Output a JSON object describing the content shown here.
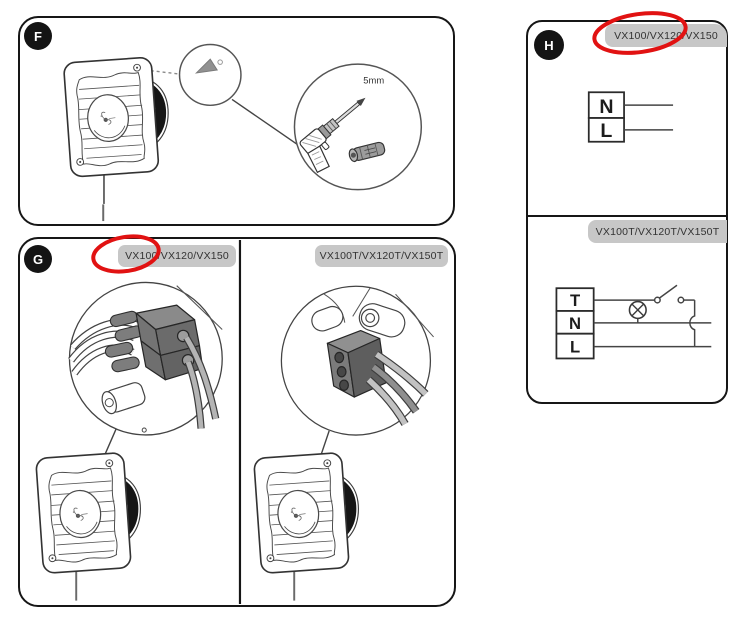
{
  "colors": {
    "panel_border": "#161616",
    "label_bar_bg": "#c7c7c7",
    "label_text": "#333333",
    "highlight_red": "#e11212",
    "badge_bg": "#141414",
    "badge_text": "#ffffff"
  },
  "panels": {
    "f": {
      "badge": "F",
      "drill_size_label": "5mm"
    },
    "g": {
      "badge": "G",
      "left": {
        "title": "VX100/VX120/VX150",
        "highlighted": true
      },
      "right": {
        "title": "VX100T/VX120T/VX150T",
        "highlighted": false
      }
    },
    "h": {
      "badge": "H",
      "top": {
        "title": "VX100/VX120/VX150",
        "highlighted": true,
        "terminals": [
          "N",
          "L"
        ]
      },
      "bottom": {
        "title": "VX100T/VX120T/VX150T",
        "highlighted": false,
        "terminals": [
          "T",
          "N",
          "L"
        ]
      }
    }
  }
}
